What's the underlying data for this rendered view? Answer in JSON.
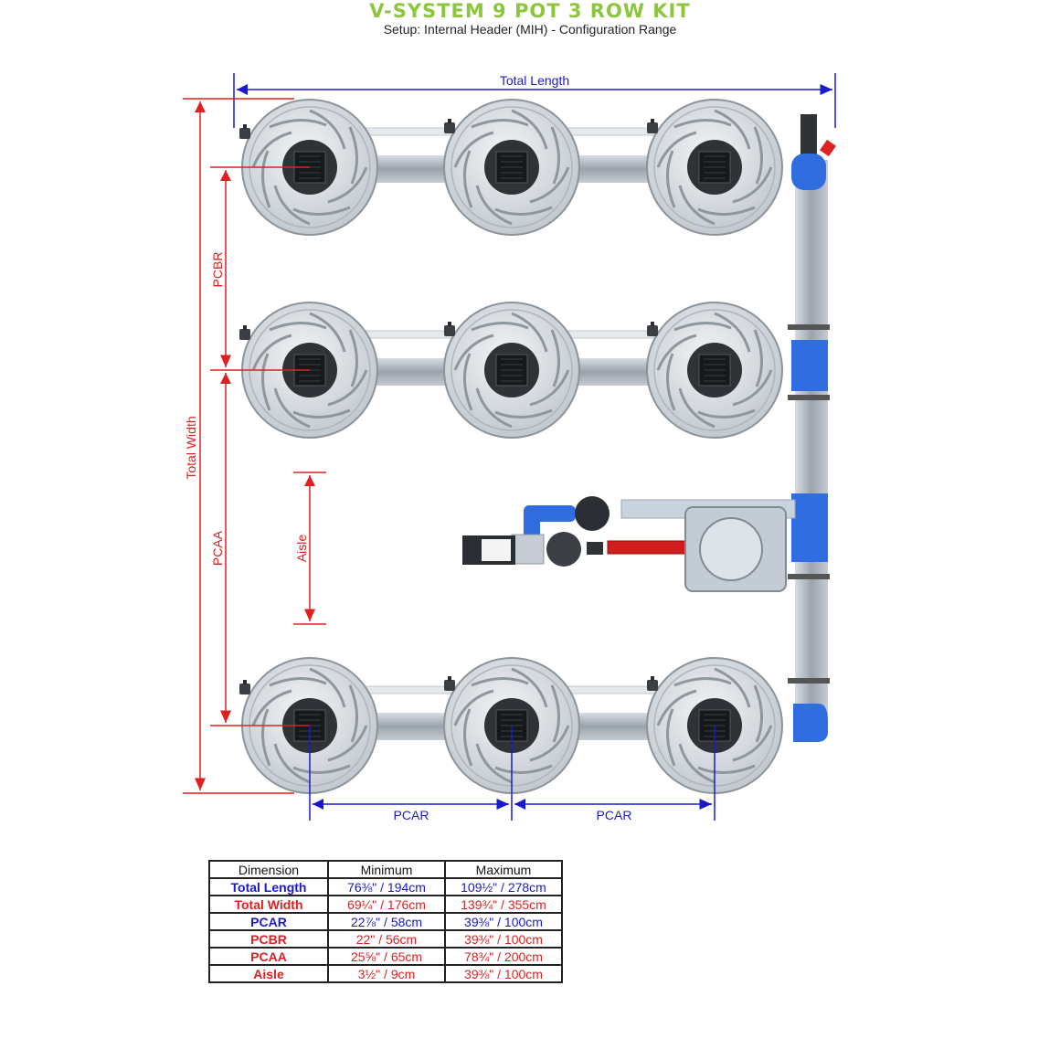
{
  "header": {
    "title": "V-SYSTEM 9 POT 3 ROW KIT",
    "subtitle": "Setup: Internal Header (MIH) - Configuration Range"
  },
  "labels": {
    "total_length": "Total Length",
    "total_width": "Total Width",
    "pcbr": "PCBR",
    "pcaa": "PCAA",
    "aisle": "Aisle",
    "pcar_1": "PCAR",
    "pcar_2": "PCAR"
  },
  "colors": {
    "blue": "#1a1acc",
    "red": "#e02020",
    "title_green": "#8cc63f"
  },
  "table": {
    "headers": [
      "Dimension",
      "Minimum",
      "Maximum"
    ],
    "rows": [
      {
        "name": "Total Length",
        "min": "76⅜\" / 194cm",
        "max": "109½\" / 278cm",
        "color": "blue"
      },
      {
        "name": "Total Width",
        "min": "69¼\" / 176cm",
        "max": "139¾\" / 355cm",
        "color": "red"
      },
      {
        "name": "PCAR",
        "min": "22⅞\" / 58cm",
        "max": "39⅜\" / 100cm",
        "color": "blue"
      },
      {
        "name": "PCBR",
        "min": "22\" / 56cm",
        "max": "39⅜\" / 100cm",
        "color": "red"
      },
      {
        "name": "PCAA",
        "min": "25⅝\" / 65cm",
        "max": "78¾\" / 200cm",
        "color": "red"
      },
      {
        "name": "Aisle",
        "min": "3½\" / 9cm",
        "max": "39⅜\" / 100cm",
        "color": "red"
      }
    ]
  }
}
